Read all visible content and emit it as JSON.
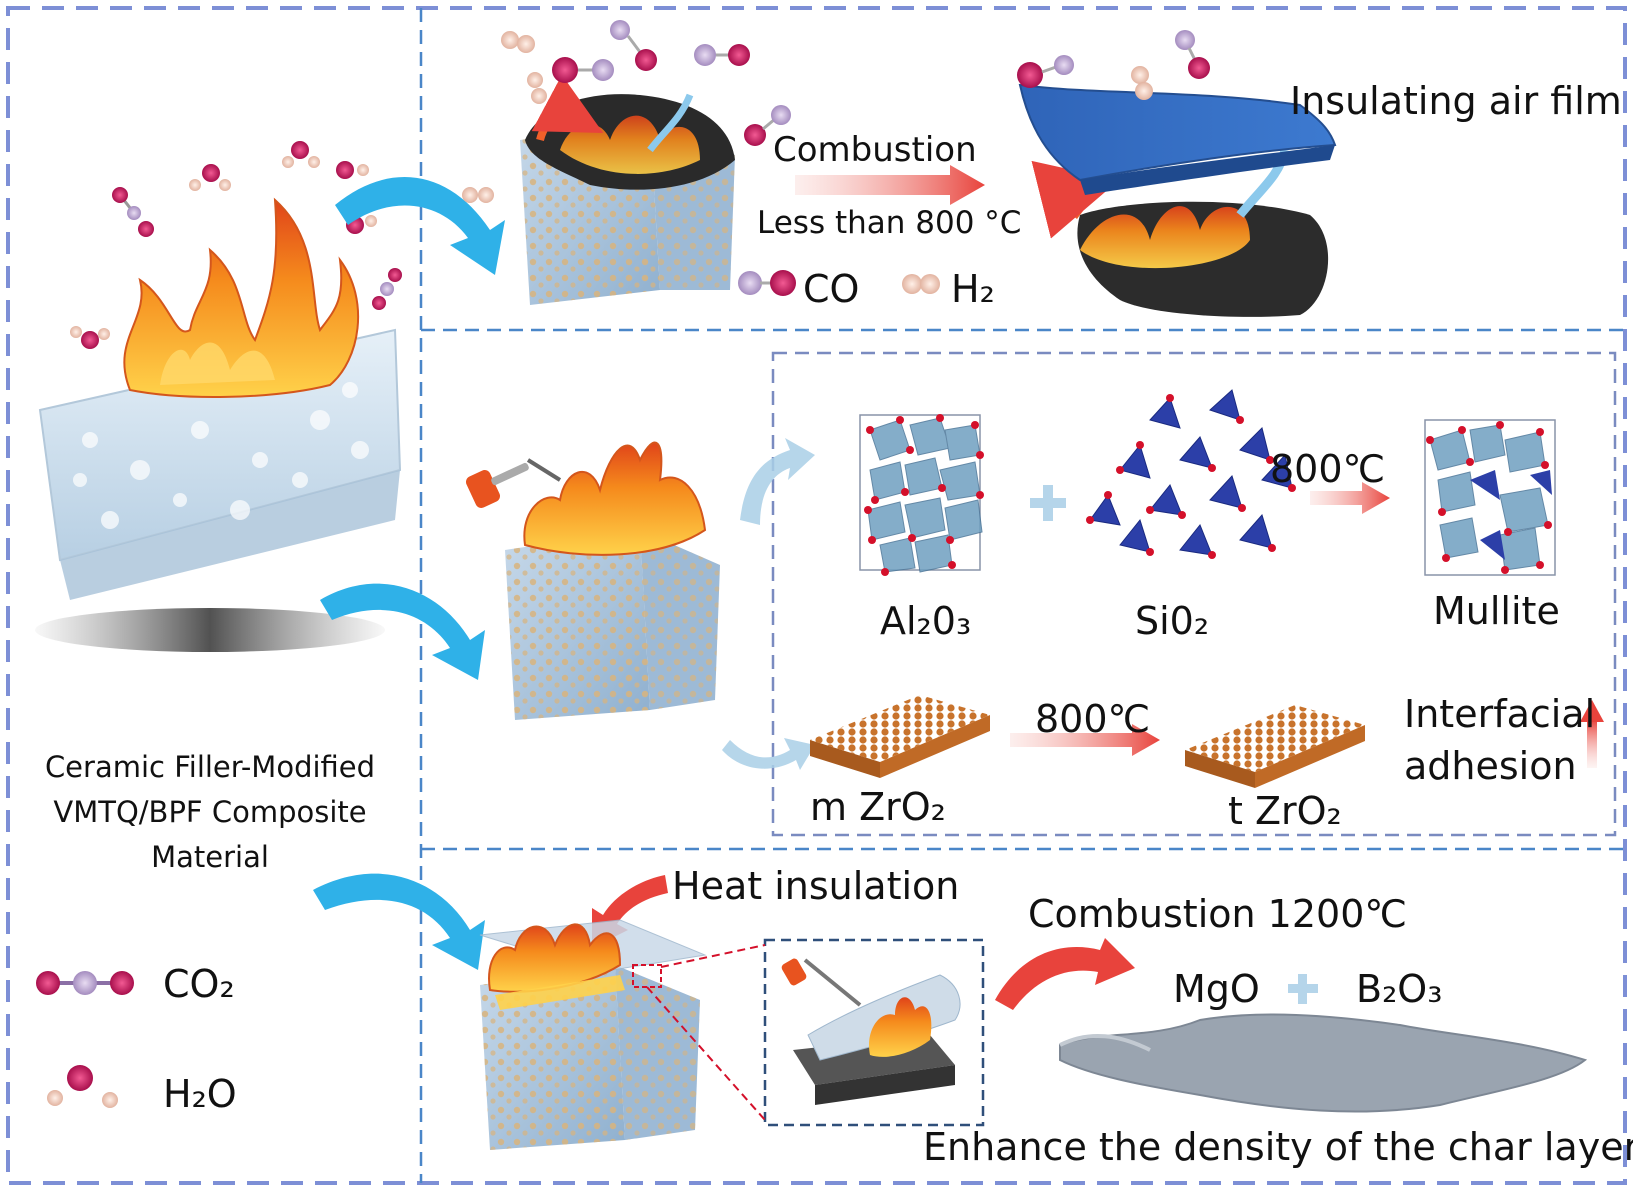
{
  "composite": {
    "title_line1": "Ceramic Filler-Modified",
    "title_line2": "VMTQ/BPF Composite",
    "title_line3": "Material"
  },
  "legend": {
    "co2": "CO₂",
    "h2o": "H₂O",
    "co": "CO",
    "h2": "H₂"
  },
  "stage1": {
    "arrow_label": "Combustion",
    "condition": "Less than 800 °C",
    "result": "Insulating air film"
  },
  "stage2": {
    "al2o3": "Al₂0₃",
    "sio2": "Si0₂",
    "temp1": "800℃",
    "mullite": "Mullite",
    "m_zro2": "m ZrO₂",
    "temp2": "800℃",
    "t_zro2": "t ZrO₂",
    "interfacial_line1": "Interfacial",
    "interfacial_line2": "adhesion"
  },
  "stage3": {
    "heat": "Heat insulation",
    "combustion": "Combustion 1200℃",
    "mgo": "MgO",
    "b2o3": "B₂O₃",
    "result": "Enhance the density of the char layer"
  },
  "colors": {
    "frame_dash": "#7d8fd6",
    "panel_dash": "#4a86c8",
    "arrow_blue": "#2fb1e8",
    "arrow_red": "#e8433c",
    "flame": "#f58a1c",
    "oxygen_atom": "#c0185a",
    "carbon_atom": "#b8a2cc",
    "hydrogen_atom": "#f2c8b8"
  }
}
